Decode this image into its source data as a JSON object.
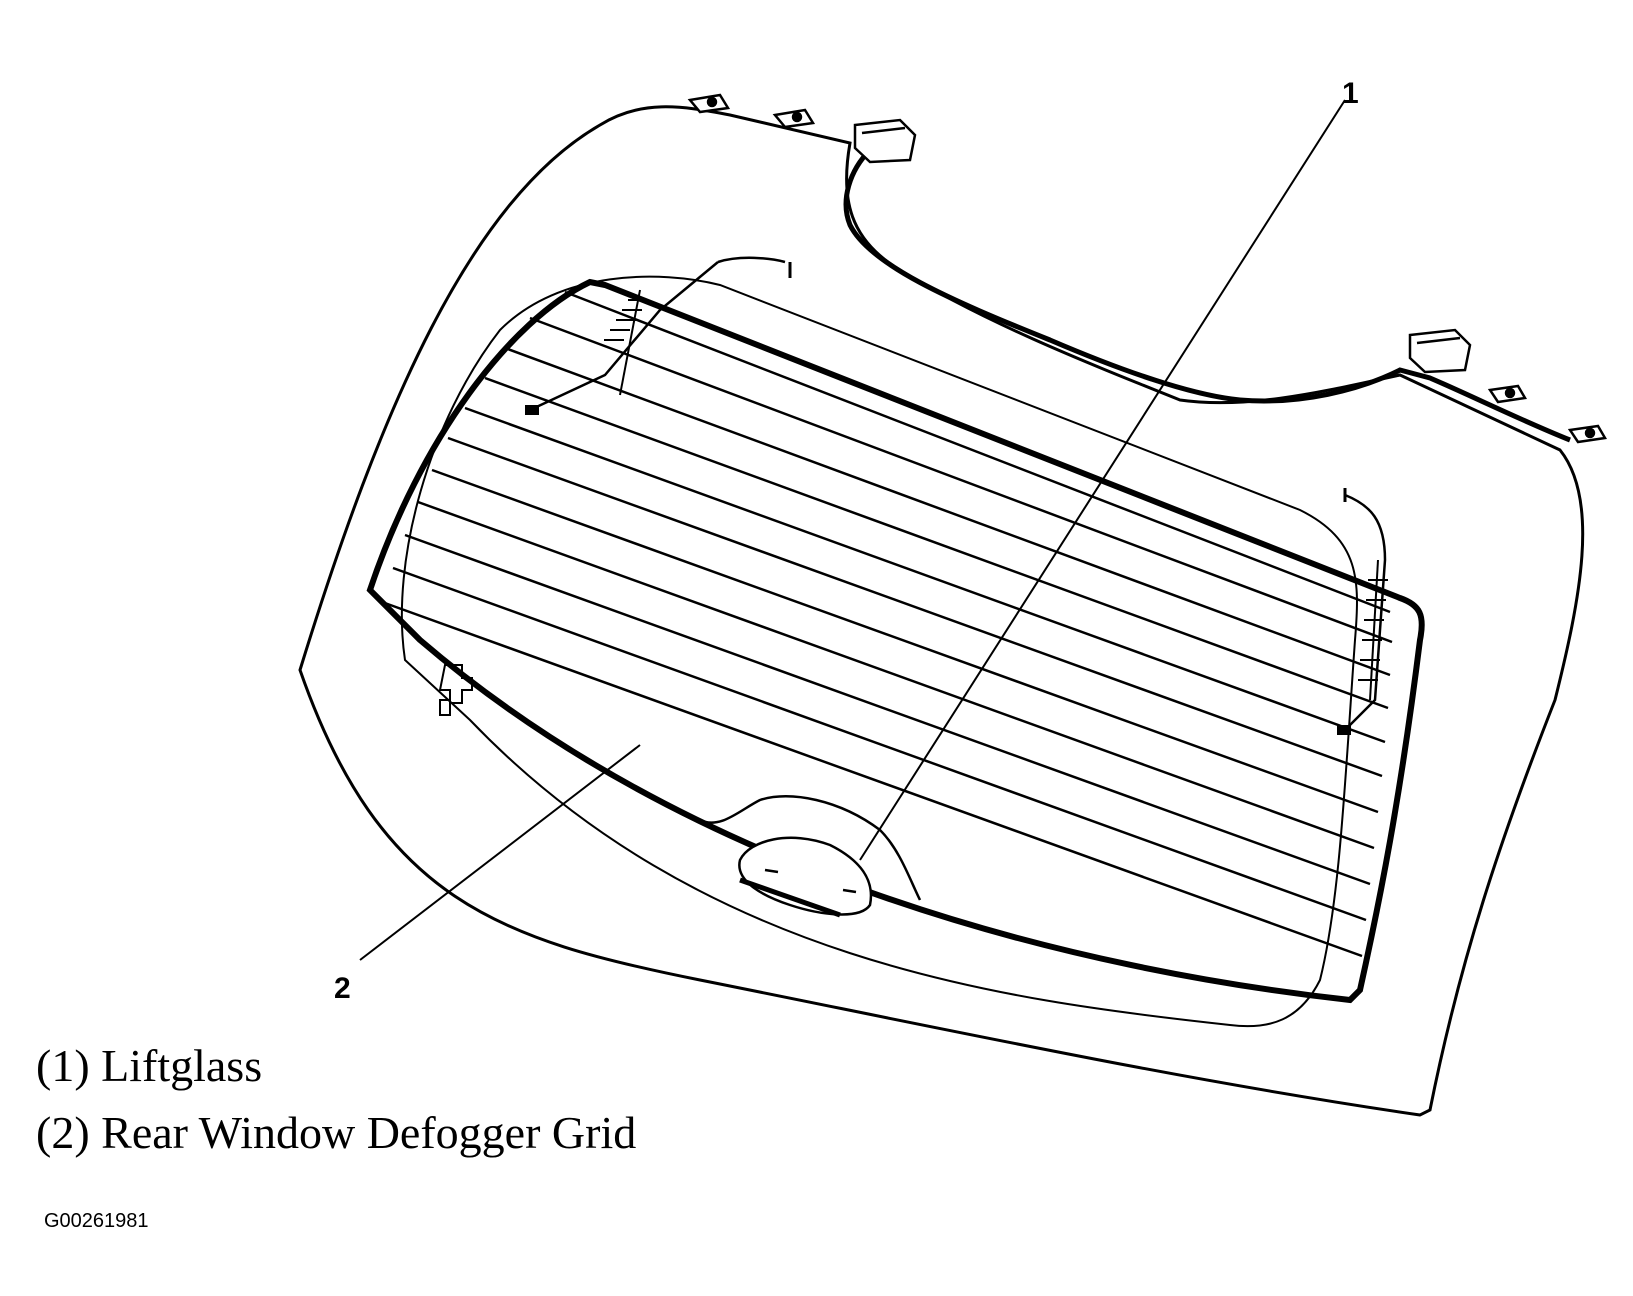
{
  "diagram": {
    "callouts": [
      {
        "number": "1"
      },
      {
        "number": "2"
      }
    ],
    "legend": [
      {
        "text": "(1) Liftglass"
      },
      {
        "text": "(2) Rear Window Defogger Grid"
      }
    ],
    "figure_id": "G00261981"
  }
}
